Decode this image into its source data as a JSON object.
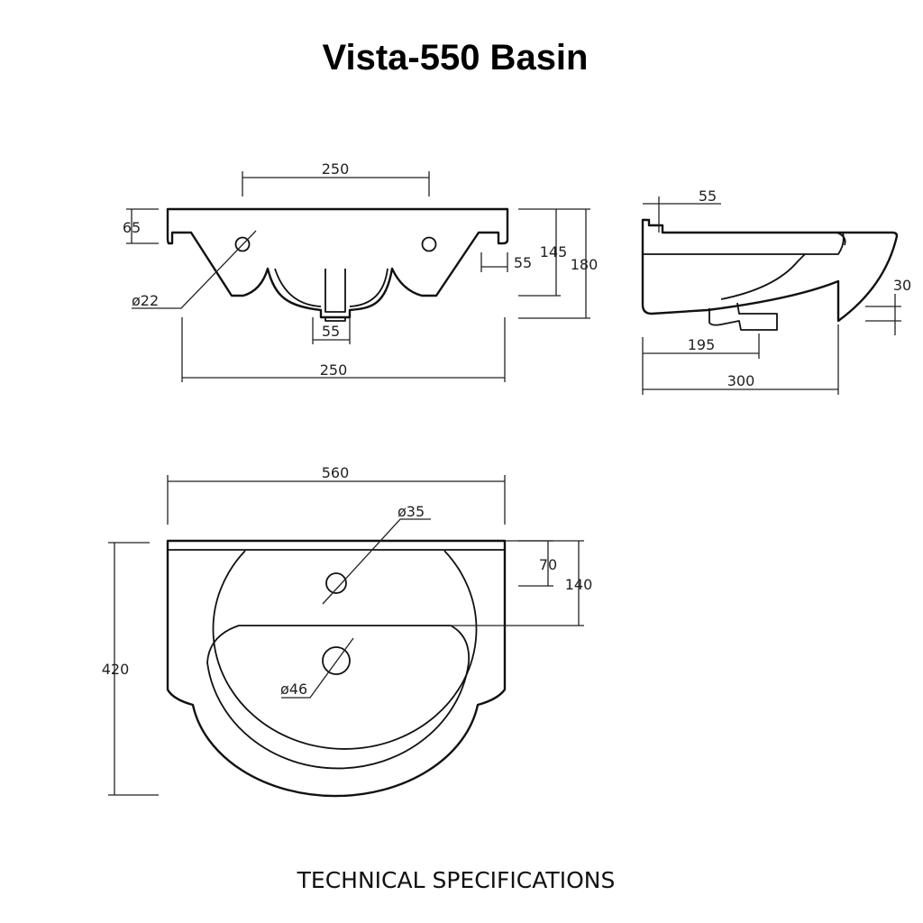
{
  "title": "Vista-550 Basin",
  "footer": "TECHNICAL SPECIFICATIONS",
  "front_view": {
    "dim_top_width": "250",
    "dim_lip_height": "65",
    "dim_tap_hole": "ø22",
    "dim_waste_width": "55",
    "dim_bottom_width": "250",
    "dim_right_inset": "55",
    "dim_height_inner": "145",
    "dim_height_total": "180"
  },
  "side_view": {
    "dim_rim_top": "55",
    "dim_depth_partial": "195",
    "dim_depth_total": "300",
    "dim_front_edge": "30"
  },
  "plan_view": {
    "dim_width": "560",
    "dim_tap_hole": "ø35",
    "dim_tap_offset": "70",
    "dim_deck_depth": "140",
    "dim_depth": "420",
    "dim_waste": "ø46"
  }
}
